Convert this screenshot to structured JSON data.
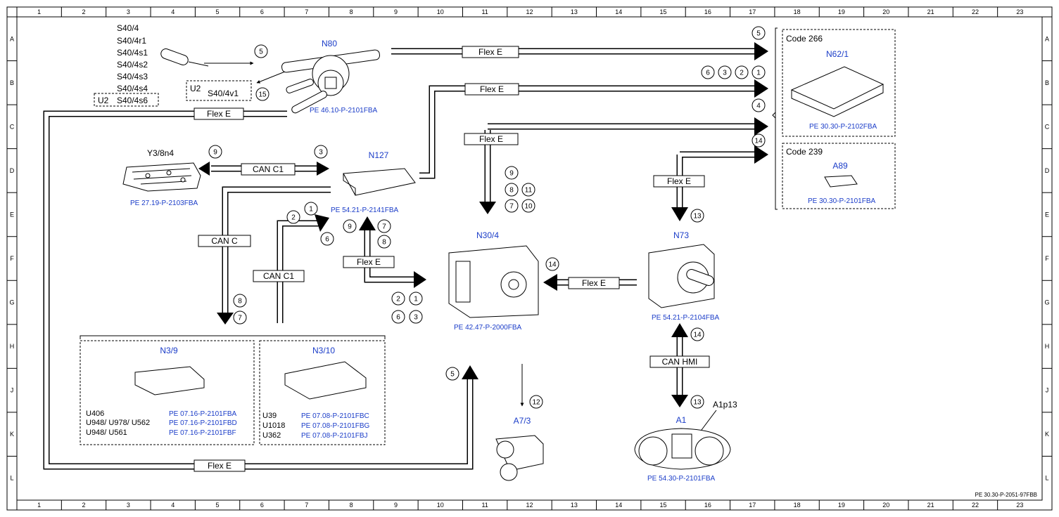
{
  "drawing_id": "PE 30.30-P-2051-97FBB",
  "columns": [
    "1",
    "2",
    "3",
    "4",
    "5",
    "6",
    "7",
    "8",
    "9",
    "10",
    "11",
    "12",
    "13",
    "14",
    "15",
    "16",
    "17",
    "18",
    "19",
    "20",
    "21",
    "22",
    "23"
  ],
  "rows": [
    "A",
    "B",
    "C",
    "D",
    "E",
    "F",
    "G",
    "H",
    "J",
    "K",
    "L"
  ],
  "components": {
    "n80": {
      "name": "N80",
      "ref": "PE 46.10-P-2101FBA"
    },
    "s40": {
      "variants": [
        "S40/4",
        "S40/4r1",
        "S40/4s1",
        "S40/4s2",
        "S40/4s3",
        "S40/4s4"
      ],
      "u2_s6_code": "U2",
      "u2_s6_name": "S40/4s6"
    },
    "s40v1": {
      "code": "U2",
      "name": "S40/4v1"
    },
    "y3": {
      "name": "Y3/8n4",
      "ref": "PE 27.19-P-2103FBA"
    },
    "n127": {
      "name": "N127",
      "ref": "PE 54.21-P-2141FBA"
    },
    "n30": {
      "name": "N30/4",
      "ref": "PE 42.47-P-2000FBA"
    },
    "n73": {
      "name": "N73",
      "ref": "PE 54.21-P-2104FBA"
    },
    "n62": {
      "code": "Code 266",
      "name": "N62/1",
      "ref": "PE 30.30-P-2102FBA"
    },
    "a89": {
      "code": "Code 239",
      "name": "A89",
      "ref": "PE 30.30-P-2101FBA"
    },
    "n39": {
      "name": "N3/9",
      "variants": [
        {
          "code": "U406",
          "ref": "PE 07.16-P-2101FBA"
        },
        {
          "code": "U948/ U978/ U562",
          "ref": "PE 07.16-P-2101FBD"
        },
        {
          "code": "U948/ U561",
          "ref": "PE 07.16-P-2101FBF"
        }
      ]
    },
    "n310": {
      "name": "N3/10",
      "variants": [
        {
          "code": "U39",
          "ref": "PE 07.08-P-2101FBC"
        },
        {
          "code": "U1018",
          "ref": "PE 07.08-P-2101FBG"
        },
        {
          "code": "U362",
          "ref": "PE 07.08-P-2101FBJ"
        }
      ]
    },
    "a73": {
      "name": "A7/3"
    },
    "a1": {
      "name": "A1",
      "sub": "A1p13",
      "ref": "PE 54.30-P-2101FBA"
    }
  },
  "buses": {
    "flex_e": "Flex E",
    "can_c1": "CAN C1",
    "can_c": "CAN C",
    "can_hmi": "CAN HMI"
  },
  "markers": {
    "s40_out": "5",
    "n62_top": "5",
    "n62_mid": [
      "6",
      "3",
      "2",
      "1"
    ],
    "n62_c": "4",
    "a89_in": "14",
    "v1": "15",
    "y3_left": "9",
    "y3_right": "3",
    "n30_top": [
      "9",
      "8",
      "11",
      "7",
      "10"
    ],
    "canc1": [
      "2",
      "1",
      "6"
    ],
    "n127_bottom": [
      "9",
      "7",
      "8"
    ],
    "n30_in": [
      "2",
      "1",
      "6",
      "3"
    ],
    "n39_in": [
      "8",
      "7"
    ],
    "n73_in": "13",
    "n30_from_n73": "14",
    "n73_down": "14",
    "a1_in": "13",
    "a73_in": "12",
    "bottom_up": "5"
  }
}
